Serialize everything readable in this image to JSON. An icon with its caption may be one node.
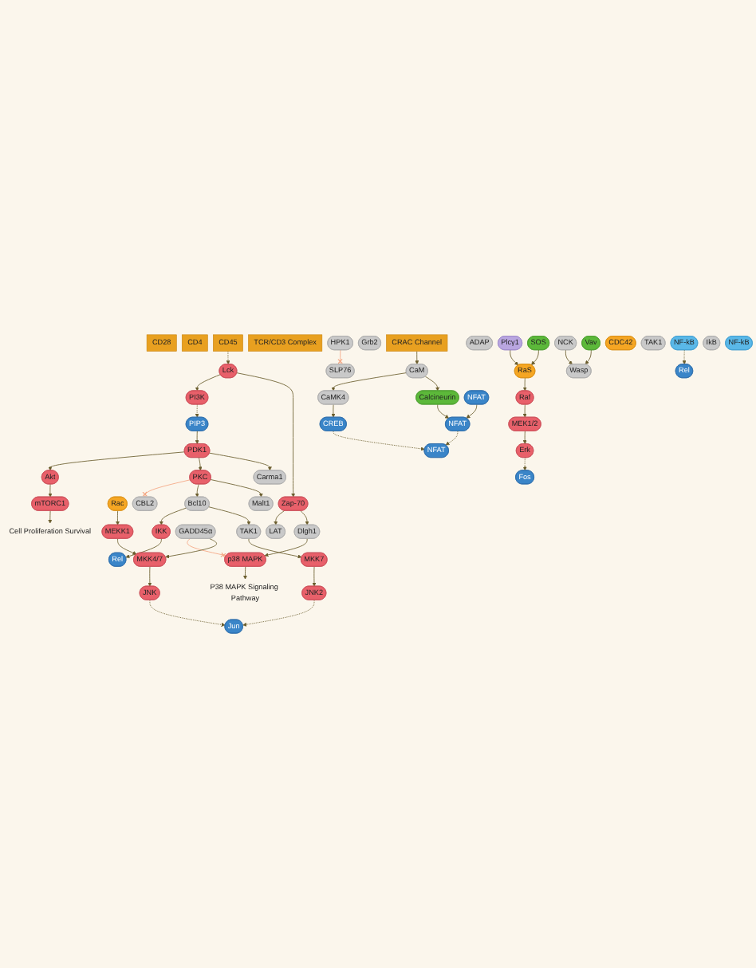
{
  "diagram": {
    "nodes": [
      {
        "text": [
          "CD28"
        ]
      },
      {
        "text": [
          "CD4"
        ]
      },
      {
        "text": [
          "CD45"
        ]
      },
      {
        "text": [
          "TCR/CD3 Complex"
        ]
      },
      {
        "text": [
          "CRAC Channel"
        ]
      },
      {
        "text": [
          "PI3K"
        ]
      },
      {
        "text": [
          "Lck"
        ]
      },
      {
        "text": [
          "Zap-70"
        ]
      },
      {
        "text": [
          "LAT"
        ]
      },
      {
        "text": [
          "Grb2"
        ]
      },
      {
        "text": [
          "Plcγ1"
        ]
      },
      {
        "text": [
          "ADAP"
        ]
      },
      {
        "text": [
          "SLP76"
        ]
      },
      {
        "text": [
          "SOS"
        ]
      },
      {
        "text": [
          "HPK1"
        ]
      },
      {
        "text": [
          "NCK"
        ]
      },
      {
        "text": [
          "Vav"
        ]
      },
      {
        "text": [
          "PIP3"
        ]
      },
      {
        "text": [
          "Dlgh1"
        ]
      },
      {
        "text": [
          "CaM"
        ]
      },
      {
        "text": [
          "RaS"
        ]
      },
      {
        "text": [
          "Wasp"
        ]
      },
      {
        "text": [
          "Rac"
        ]
      },
      {
        "text": [
          "CDC42"
        ]
      },
      {
        "text": [
          "PDK1"
        ]
      },
      {
        "text": [
          "Akt"
        ]
      },
      {
        "text": [
          "PKC"
        ]
      },
      {
        "text": [
          "CaMK4"
        ]
      },
      {
        "text": [
          "Calcineurin"
        ]
      },
      {
        "text": [
          "TAK1"
        ]
      },
      {
        "text": [
          "MEKK1"
        ]
      },
      {
        "text": [
          "Raf"
        ]
      },
      {
        "text": [
          "CBL2"
        ]
      },
      {
        "text": [
          "Bcl10"
        ]
      },
      {
        "text": [
          "Malt1"
        ]
      },
      {
        "text": [
          "Carma1"
        ]
      },
      {
        "text": [
          "GADD45α"
        ]
      },
      {
        "text": [
          "TAK1"
        ]
      },
      {
        "text": [
          "p38 MAPK"
        ]
      },
      {
        "text": [
          "MKK4/7"
        ]
      },
      {
        "text": [
          "NFAT"
        ]
      },
      {
        "text": [
          "MEK1/2"
        ]
      },
      {
        "text": [
          "mTORC1"
        ]
      },
      {
        "text": [
          "IKK"
        ]
      },
      {
        "text": [
          "MKK7"
        ]
      },
      {
        "text": [
          "CREB"
        ]
      },
      {
        "text": [
          "Rel"
        ]
      },
      {
        "text": [
          "NF-kB"
        ]
      },
      {
        "text": [
          "IkB"
        ]
      },
      {
        "text": [
          "JNK2"
        ]
      },
      {
        "text": [
          "JNK"
        ]
      },
      {
        "text": [
          "Erk"
        ]
      },
      {
        "text": [
          "NFAT"
        ]
      },
      {
        "text": [
          "NF-kB"
        ]
      },
      {
        "text": [
          "Rel"
        ]
      },
      {
        "text": [
          "Jun"
        ]
      },
      {
        "text": [
          "Fos"
        ]
      },
      {
        "text": [
          "NFAT"
        ]
      },
      {
        "text": [
          "Cell Proliferation Survival"
        ]
      },
      {
        "text": [
          "P38 MAPK Signaling Pathway"
        ]
      }
    ],
    "edges": [
      {
        "from": 6,
        "to": 5,
        "arrow": "to"
      },
      {
        "from": 2,
        "to": 6,
        "arrow": "to",
        "style": "dashed"
      },
      {
        "from": 6,
        "to": 7,
        "arrow": "to"
      },
      {
        "from": 7,
        "to": 8,
        "arrow": "to"
      },
      {
        "from": 7,
        "to": 18,
        "arrow": "to"
      },
      {
        "from": 5,
        "to": 17,
        "arrow": "to",
        "style": "dashed"
      },
      {
        "from": 17,
        "to": 24,
        "arrow": "to"
      },
      {
        "from": 14,
        "to": 12,
        "arrow": "other",
        "color": "#f4a582"
      },
      {
        "from": 10,
        "to": 20,
        "arrow": "to"
      },
      {
        "from": 13,
        "to": 20,
        "arrow": "to"
      },
      {
        "from": 15,
        "to": 21,
        "arrow": "to"
      },
      {
        "from": 16,
        "to": 21,
        "arrow": "to"
      },
      {
        "from": 4,
        "to": 19,
        "arrow": "to"
      },
      {
        "from": 19,
        "to": 27,
        "arrow": "to"
      },
      {
        "from": 19,
        "to": 28,
        "arrow": "to"
      },
      {
        "from": 24,
        "to": 25,
        "arrow": "to"
      },
      {
        "from": 24,
        "to": 26,
        "arrow": "to"
      },
      {
        "from": 24,
        "to": 35,
        "arrow": "to"
      },
      {
        "from": 26,
        "to": 32,
        "arrow": "other",
        "color": "#f4a582"
      },
      {
        "from": 26,
        "to": 33,
        "arrow": "to"
      },
      {
        "from": 26,
        "to": 34,
        "arrow": "to"
      },
      {
        "from": 22,
        "to": 30,
        "arrow": "to"
      },
      {
        "from": 20,
        "to": 31,
        "arrow": "to"
      },
      {
        "from": 18,
        "to": 38,
        "arrow": "to"
      },
      {
        "from": 36,
        "to": 38,
        "arrow": "other",
        "color": "#f4a582"
      },
      {
        "from": 30,
        "to": 39,
        "arrow": "to"
      },
      {
        "from": 36,
        "to": 39,
        "arrow": "to"
      },
      {
        "from": 31,
        "to": 41,
        "arrow": "to"
      },
      {
        "from": 25,
        "to": 42,
        "arrow": "to"
      },
      {
        "from": 33,
        "to": 43,
        "arrow": "to"
      },
      {
        "from": 33,
        "to": 37,
        "arrow": "to"
      },
      {
        "from": 37,
        "to": 44,
        "arrow": "to"
      },
      {
        "from": 27,
        "to": 45,
        "arrow": "to"
      },
      {
        "from": 43,
        "to": 46,
        "arrow": "to"
      },
      {
        "from": 44,
        "to": 49,
        "arrow": "to"
      },
      {
        "from": 39,
        "to": 50,
        "arrow": "to"
      },
      {
        "from": 41,
        "to": 51,
        "arrow": "to"
      },
      {
        "from": 28,
        "to": 52,
        "arrow": "to"
      },
      {
        "from": 40,
        "to": 52,
        "arrow": "to"
      },
      {
        "from": 42,
        "to": 58,
        "arrow": "to"
      },
      {
        "from": 38,
        "to": 59,
        "arrow": "to"
      },
      {
        "from": 47,
        "to": 54,
        "arrow": "to",
        "style": "dashed"
      },
      {
        "from": 49,
        "to": 55,
        "arrow": "to",
        "style": "dashed"
      },
      {
        "from": 50,
        "to": 55,
        "arrow": "to",
        "style": "dashed"
      },
      {
        "from": 51,
        "to": 56,
        "arrow": "to",
        "style": "dashed"
      },
      {
        "from": 45,
        "to": 57,
        "arrow": "to",
        "style": "dashed"
      },
      {
        "from": 52,
        "to": 57,
        "arrow": "to",
        "style": "dashed"
      }
    ]
  }
}
